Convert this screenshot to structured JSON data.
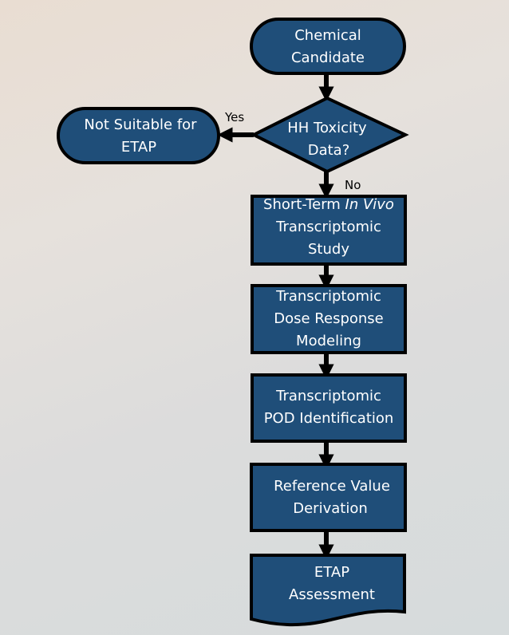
{
  "colors": {
    "node_fill": "#1f4e79",
    "stroke": "#000000",
    "text": "#ffffff"
  },
  "nodes": {
    "start": [
      "Chemical",
      "Candidate"
    ],
    "decision": [
      "HH Toxicity",
      "Data?"
    ],
    "not_suitable": [
      "Not Suitable for",
      "ETAP"
    ],
    "study": {
      "line1_prefix": "Short-Term ",
      "line1_italic": "In Vivo",
      "line2": "Transcriptomic",
      "line3": "Study"
    },
    "modeling": [
      "Transcriptomic",
      "Dose Response",
      "Modeling"
    ],
    "pod": [
      "Transcriptomic",
      "POD Identification"
    ],
    "reference": [
      "Reference Value",
      "Derivation"
    ],
    "assessment": [
      "ETAP",
      "Assessment"
    ]
  },
  "edges": {
    "yes": "Yes",
    "no": "No"
  }
}
